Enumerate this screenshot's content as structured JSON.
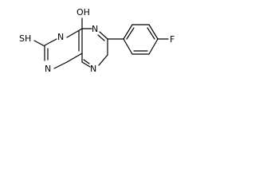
{
  "molecule": {
    "atoms": {
      "oh": "OH",
      "sh": "SH",
      "n1": "N",
      "n2": "N",
      "n3": "N",
      "n4": "N",
      "f": "F"
    },
    "colors": {
      "ink": "#000000",
      "background": "#ffffff"
    }
  }
}
